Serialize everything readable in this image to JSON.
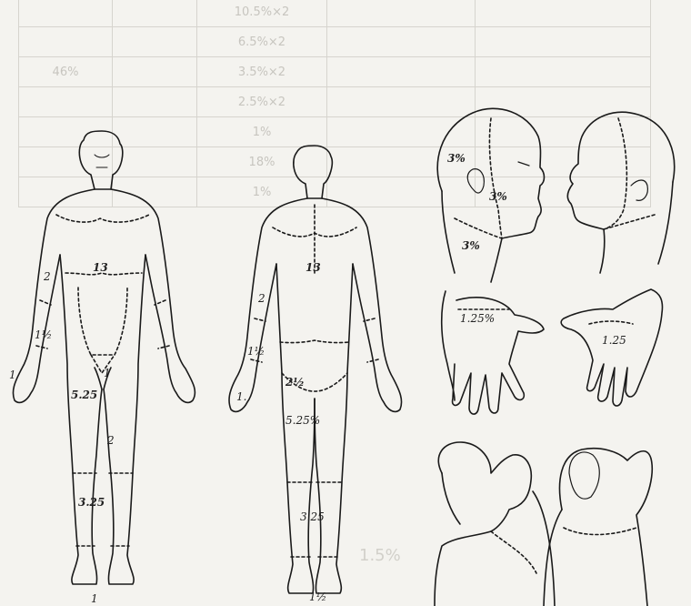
{
  "background_table": {
    "rows": [
      [
        "",
        "",
        "10.5%×2",
        "",
        ""
      ],
      [
        "",
        "",
        "6.5%×2",
        "",
        ""
      ],
      [
        "46%",
        "",
        "3.5%×2",
        "",
        ""
      ],
      [
        "",
        "",
        "2.5%×2",
        "",
        ""
      ],
      [
        "",
        "",
        "1%",
        "",
        ""
      ],
      [
        "",
        "",
        "18%",
        "",
        ""
      ],
      [
        "",
        "",
        "1%",
        "",
        ""
      ]
    ]
  },
  "background_text": {
    "line1": "",
    "line2": "",
    "line3": "1.5%",
    "line4": ""
  },
  "figure": {
    "front_body": {
      "arm_upper": "2",
      "forearm": "1½",
      "trunk": "13",
      "genitals": "1",
      "thigh": "5.25",
      "knee": "2",
      "leg": "3.25",
      "foot": "1",
      "hand": "1"
    },
    "back_body": {
      "arm_upper": "2",
      "trunk": "13",
      "forearm": "1½",
      "hand": "1.",
      "buttock": "2½",
      "thigh": "5.25%",
      "leg": "3.25",
      "foot": "1½"
    },
    "head": {
      "scalp": "3%",
      "face": "3%",
      "neck": "3%"
    },
    "hands": {
      "palm": "1.25%",
      "back": "1.25"
    }
  }
}
